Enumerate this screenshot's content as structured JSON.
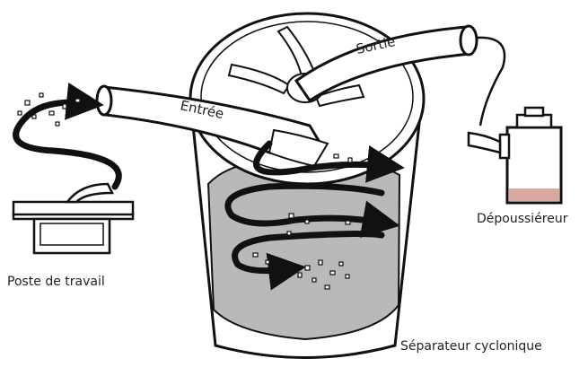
{
  "labels": {
    "inlet": "Entrée",
    "outlet": "Sortie",
    "workstation": "Poste de travail",
    "dust_collector": "Dépoussiéreur",
    "cyclone_separator": "Séparateur cyclonique"
  },
  "colors": {
    "outline": "#111111",
    "dust_fill": "#b9b9b9",
    "collector_bottom": "#d9a9a0",
    "background": "#ffffff"
  }
}
